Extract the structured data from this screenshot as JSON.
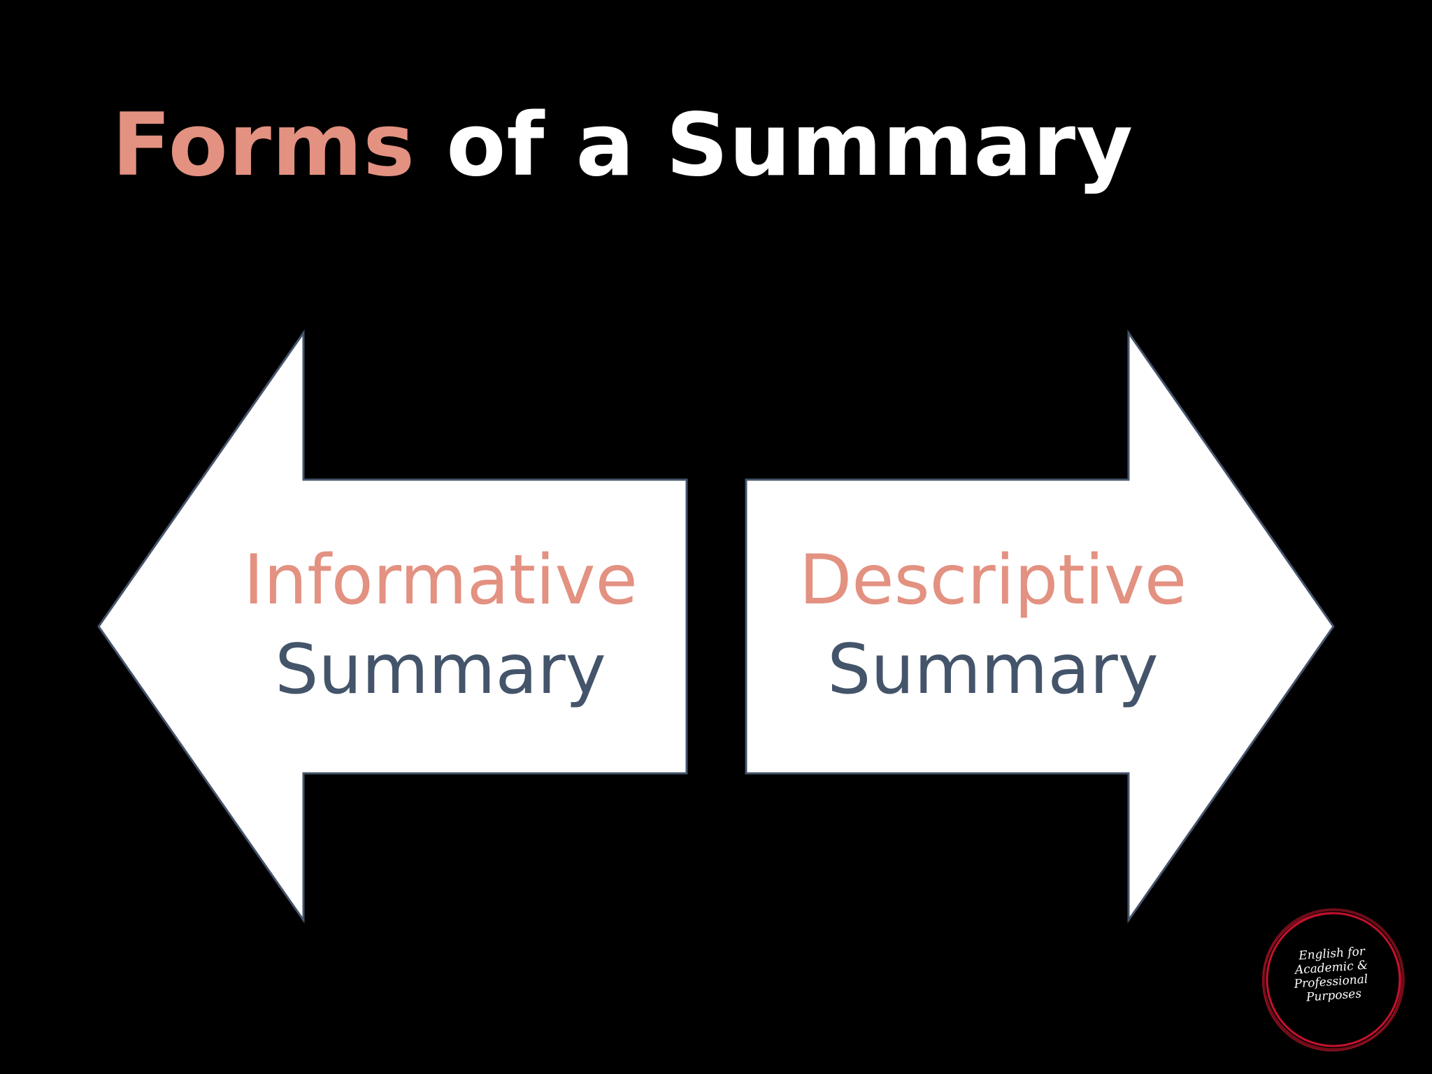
{
  "title": {
    "accent": "Forms",
    "rest": " of a Summary"
  },
  "left_arrow": {
    "line1": "Informative",
    "line2": "Summary"
  },
  "right_arrow": {
    "line1": "Descriptive",
    "line2": "Summary"
  },
  "logo": {
    "text": "English for Academic & Professional Purposes"
  },
  "colors": {
    "background": "#000000",
    "accent": "#E39181",
    "dark_text": "#44546A",
    "arrow_fill": "#FFFFFF",
    "arrow_border": "#44546A",
    "logo_ring": "#C8102E"
  }
}
